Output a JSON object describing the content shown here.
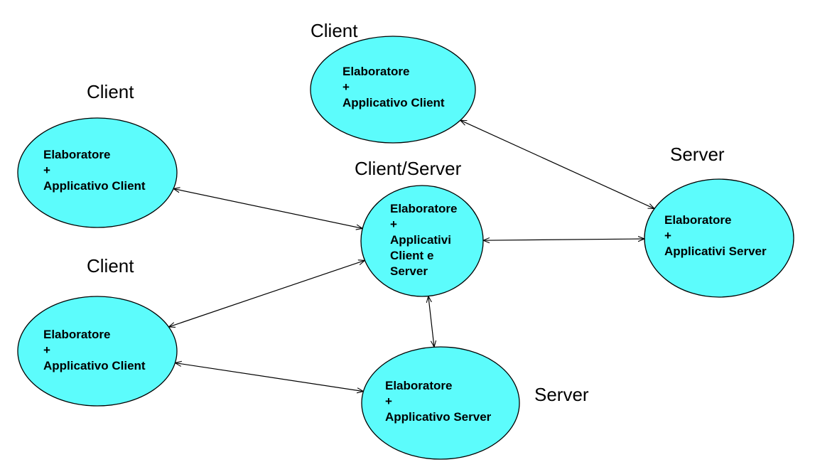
{
  "colors": {
    "node_fill": "#5cfcfc",
    "stroke": "#000000",
    "background": "#ffffff"
  },
  "nodes": [
    {
      "id": "client-top",
      "title": "Client",
      "lines": [
        "Elaboratore",
        "+",
        "Applicativo Client"
      ]
    },
    {
      "id": "client-left1",
      "title": "Client",
      "lines": [
        "Elaboratore",
        "+",
        "Applicativo Client"
      ]
    },
    {
      "id": "client-left2",
      "title": "Client",
      "lines": [
        "Elaboratore",
        "+",
        "Applicativo Client"
      ]
    },
    {
      "id": "client-server",
      "title": "Client/Server",
      "lines": [
        "Elaboratore",
        "+",
        "Applicativi",
        "Client e",
        "Server"
      ]
    },
    {
      "id": "server-right",
      "title": "Server",
      "lines": [
        "Elaboratore",
        "+",
        "Applicativi Server"
      ]
    },
    {
      "id": "server-bottom",
      "title": "Server",
      "lines": [
        "Elaboratore",
        "+",
        "Applicativo Server"
      ]
    }
  ],
  "edges": [
    {
      "from": "client-left1",
      "to": "client-server"
    },
    {
      "from": "client-left2",
      "to": "client-server"
    },
    {
      "from": "client-left2",
      "to": "server-bottom"
    },
    {
      "from": "client-server",
      "to": "server-right"
    },
    {
      "from": "client-server",
      "to": "server-bottom"
    },
    {
      "from": "client-top",
      "to": "server-right"
    }
  ]
}
